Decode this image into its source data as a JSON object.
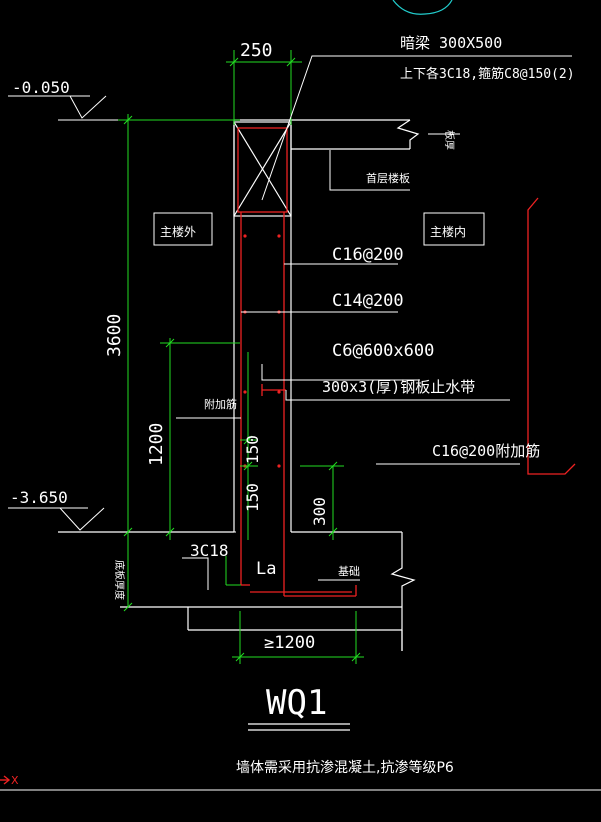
{
  "colors": {
    "background": "#000000",
    "dimension_line": "#22dd22",
    "rebar": "#ee2222",
    "outline": "#ffffff",
    "accent_circle": "#22cccc"
  },
  "beam": {
    "title": "暗梁 300X500",
    "spec": "上下各3C18,箍筋C8@150(2)"
  },
  "dimensions": {
    "wall_thickness": "250",
    "wall_height": "3600",
    "lower_height": "1200",
    "gap_a": "150",
    "gap_b": "150",
    "stop_height": "300",
    "footing_bar": "3C18",
    "anchor": "La",
    "base_width": "≥1200"
  },
  "levels": {
    "top": "-0.050",
    "bottom": "-3.650"
  },
  "labels": {
    "outside": "主楼外",
    "inside": "主楼内",
    "first_floor_slab": "首层楼板",
    "slab_side": "板厚",
    "extra_bar_left": "附加筋",
    "foundation": "基础",
    "foundation_thickness": "底板厚度"
  },
  "rebar_callouts": {
    "vertical": "C16@200",
    "horizontal": "C14@200",
    "tie": "C6@600x600",
    "waterstop": "300x3(厚)钢板止水带",
    "extra": "C16@200附加筋"
  },
  "title": "WQ1",
  "note": "墙体需采用抗渗混凝土,抗渗等级P6",
  "axis_label": "X"
}
